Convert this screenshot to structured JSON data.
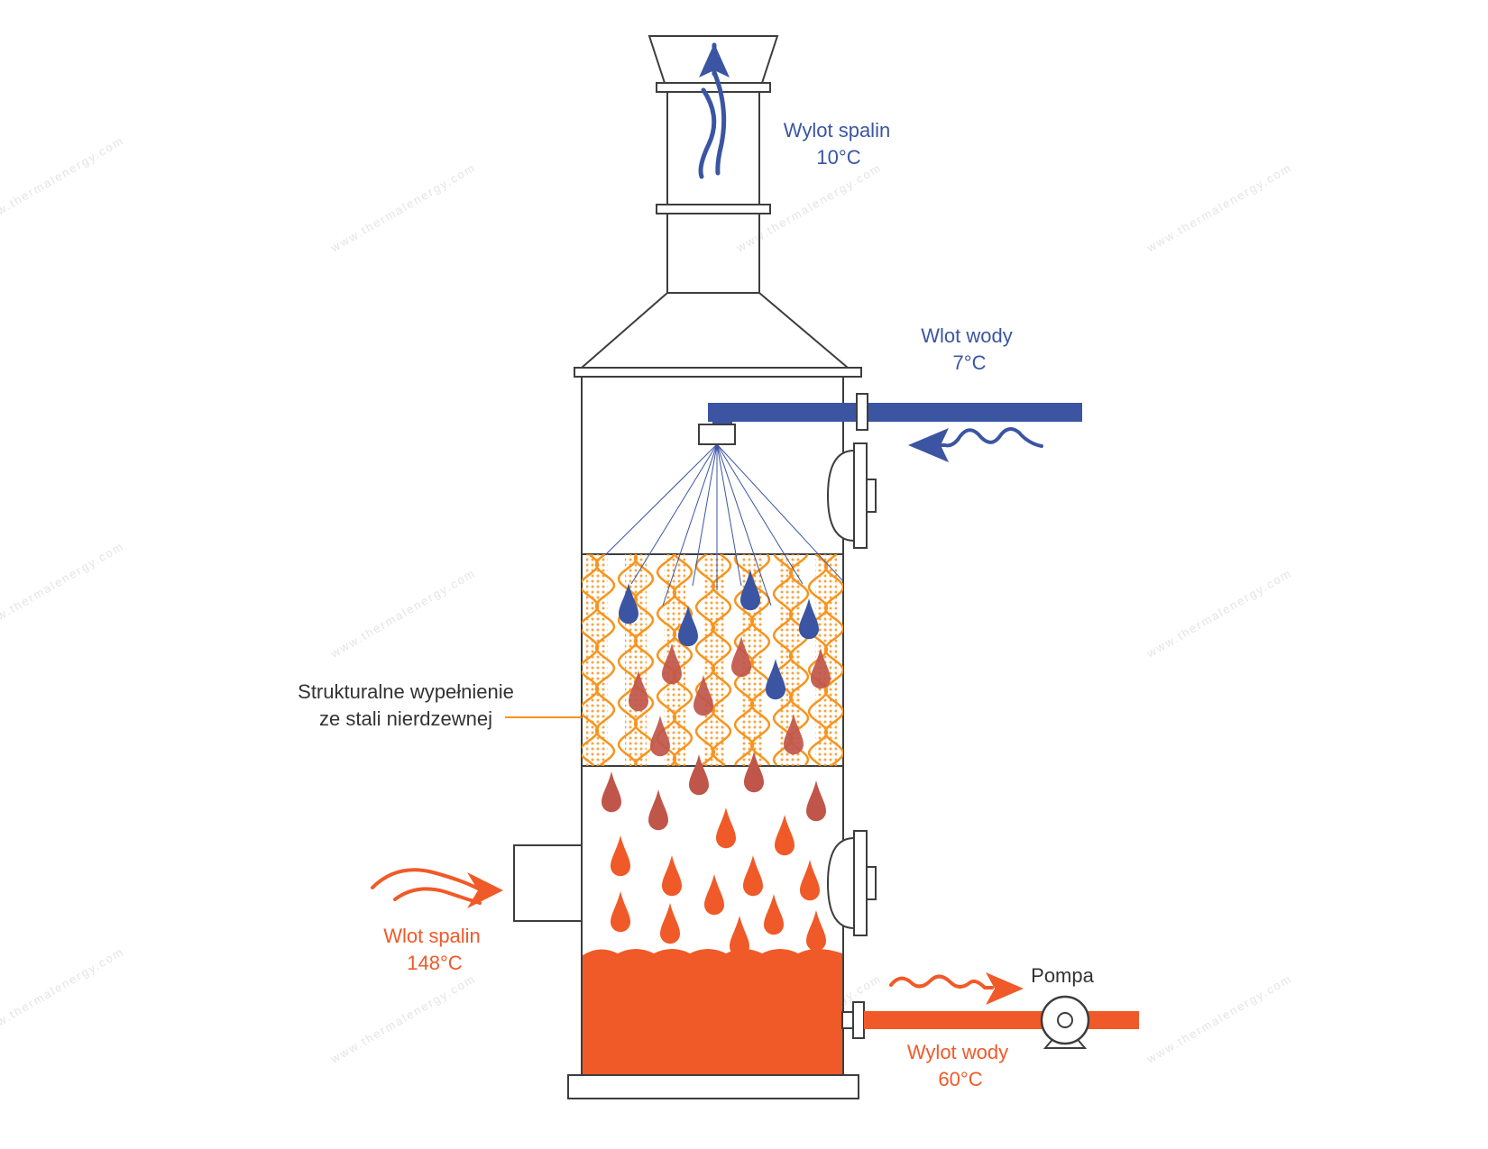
{
  "labels": {
    "exhaust_outlet": {
      "line1": "Wylot spalin",
      "line2": "10°C"
    },
    "water_inlet": {
      "line1": "Wlot wody",
      "line2": "7°C"
    },
    "packing": {
      "line1": "Strukturalne wypełnienie",
      "line2": "ze stali nierdzewnej"
    },
    "exhaust_inlet": {
      "line1": "Wlot spalin",
      "line2": "148°C"
    },
    "pump": "Pompa",
    "water_outlet": {
      "line1": "Wylot wody",
      "line2": "60°C"
    }
  },
  "watermark": "www.thermalenergy.com",
  "colors": {
    "cold": "#3b55a3",
    "hot": "#f05a28",
    "packing": "#f7941d",
    "outline": "#3d3d3d",
    "drop_mid": "#c0564a"
  }
}
